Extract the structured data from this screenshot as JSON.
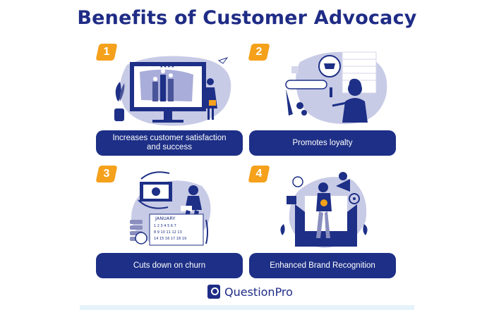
{
  "header": {
    "title": "Benefits of Customer Advocacy"
  },
  "cards": [
    {
      "number": "1",
      "label": "Increases customer satisfaction and success",
      "illustration": "monitor-chart-illustration"
    },
    {
      "number": "2",
      "label": "Promotes loyalty",
      "illustration": "shopping-cart-illustration"
    },
    {
      "number": "3",
      "label": "Cuts down on churn",
      "illustration": "money-calendar-illustration"
    },
    {
      "number": "4",
      "label": "Enhanced Brand Recognition",
      "illustration": "megaphone-envelope-illustration"
    }
  ],
  "calendar_text": "JANUARY",
  "footer": {
    "brand": "QuestionPro"
  },
  "colors": {
    "navy": "#1d2f86",
    "orange": "#f5a11b",
    "lavender": "#c8cbe6",
    "text_white": "#ffffff"
  }
}
